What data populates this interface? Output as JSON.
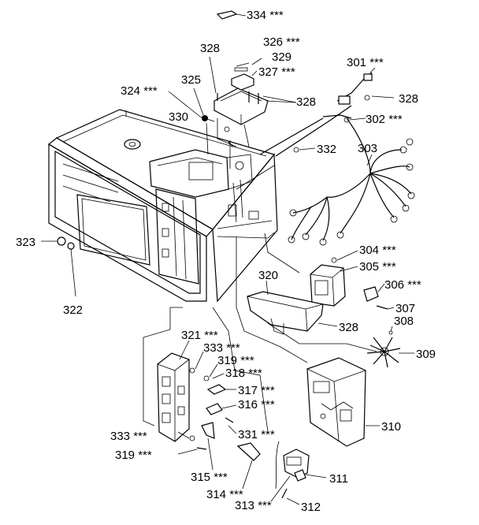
{
  "callouts": [
    {
      "id": "334",
      "text": "334 ***"
    },
    {
      "id": "326",
      "text": "326 ***"
    },
    {
      "id": "328a",
      "text": "328"
    },
    {
      "id": "329",
      "text": "329"
    },
    {
      "id": "327",
      "text": "327 ***"
    },
    {
      "id": "301",
      "text": "301 ***"
    },
    {
      "id": "324",
      "text": "324 ***"
    },
    {
      "id": "325",
      "text": "325"
    },
    {
      "id": "328b",
      "text": "328"
    },
    {
      "id": "328c",
      "text": "328"
    },
    {
      "id": "330",
      "text": "330"
    },
    {
      "id": "302",
      "text": "302 ***"
    },
    {
      "id": "332",
      "text": "332"
    },
    {
      "id": "303",
      "text": "303"
    },
    {
      "id": "323",
      "text": "323"
    },
    {
      "id": "322",
      "text": "322"
    },
    {
      "id": "304",
      "text": "304 ***"
    },
    {
      "id": "305",
      "text": "305 ***"
    },
    {
      "id": "320",
      "text": "320"
    },
    {
      "id": "306",
      "text": "306 ***"
    },
    {
      "id": "307",
      "text": "307"
    },
    {
      "id": "308",
      "text": "308"
    },
    {
      "id": "328d",
      "text": "328"
    },
    {
      "id": "309",
      "text": "309"
    },
    {
      "id": "321",
      "text": "321 ***"
    },
    {
      "id": "333a",
      "text": "333 ***"
    },
    {
      "id": "319a",
      "text": "319 ***"
    },
    {
      "id": "318",
      "text": "318 ***"
    },
    {
      "id": "317",
      "text": "317 ***"
    },
    {
      "id": "316",
      "text": "316 ***"
    },
    {
      "id": "310",
      "text": "310"
    },
    {
      "id": "331",
      "text": "331 ***"
    },
    {
      "id": "333b",
      "text": "333 ***"
    },
    {
      "id": "319b",
      "text": "319 ***"
    },
    {
      "id": "315",
      "text": "315 ***"
    },
    {
      "id": "314",
      "text": "314 ***"
    },
    {
      "id": "311",
      "text": "311"
    },
    {
      "id": "313",
      "text": "313 ***"
    },
    {
      "id": "312",
      "text": "312"
    }
  ]
}
